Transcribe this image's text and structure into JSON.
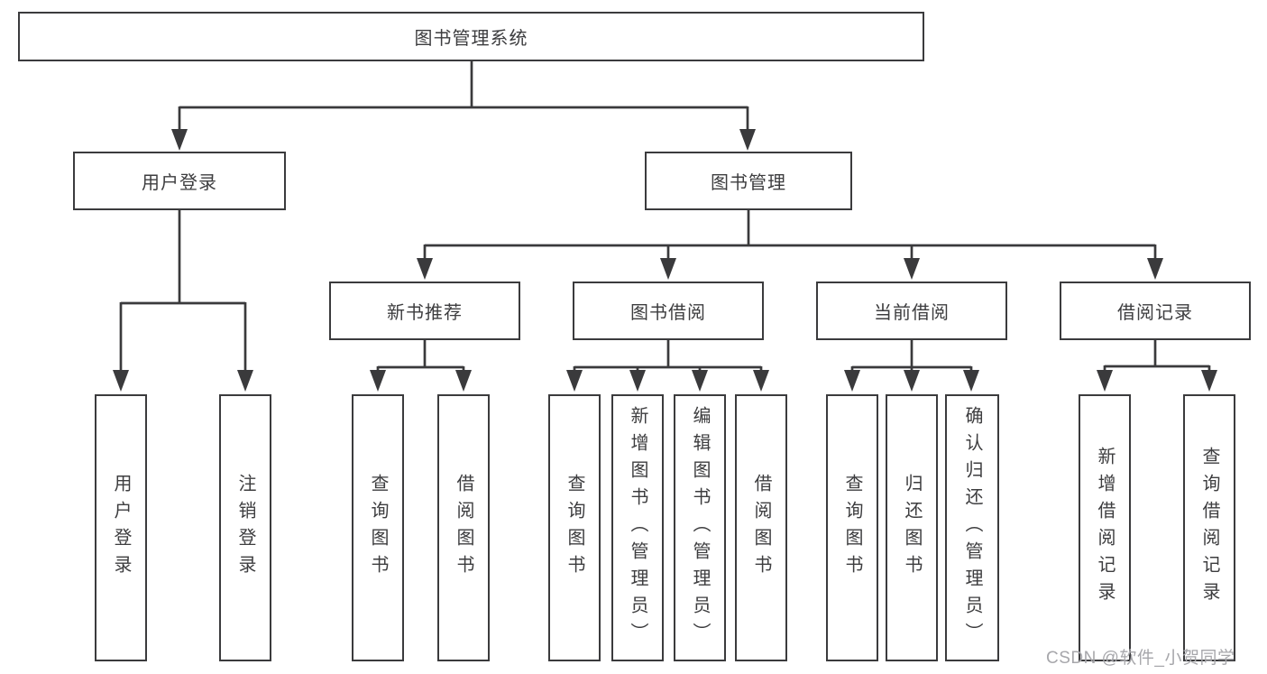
{
  "diagram": {
    "type": "functional-structure-tree",
    "watermark": "CSDN @软件_小贺同学",
    "colors": {
      "line": "#3a3a3c",
      "box_border": "#3b3b3d",
      "box_background": "#ffffff",
      "text": "#3d3d3f",
      "watermark_text": "#a7a7ab",
      "page_background": "#ffffff"
    },
    "hierarchy": {
      "label": "图书管理系统",
      "children": [
        {
          "label": "用户登录",
          "children": [
            {
              "label": "用户登录"
            },
            {
              "label": "注销登录"
            }
          ]
        },
        {
          "label": "图书管理",
          "children": [
            {
              "label": "新书推荐",
              "children": [
                {
                  "label": "查询图书"
                },
                {
                  "label": "借阅图书"
                }
              ]
            },
            {
              "label": "图书借阅",
              "children": [
                {
                  "label": "查询图书"
                },
                {
                  "label": "新增图书（管理员）"
                },
                {
                  "label": "编辑图书（管理员）"
                },
                {
                  "label": "借阅图书"
                }
              ]
            },
            {
              "label": "当前借阅",
              "children": [
                {
                  "label": "查询图书"
                },
                {
                  "label": "归还图书"
                },
                {
                  "label": "确认归还（管理员）"
                }
              ]
            },
            {
              "label": "借阅记录",
              "children": [
                {
                  "label": "新增借阅记录"
                },
                {
                  "label": "查询借阅记录"
                }
              ]
            }
          ]
        }
      ]
    }
  }
}
